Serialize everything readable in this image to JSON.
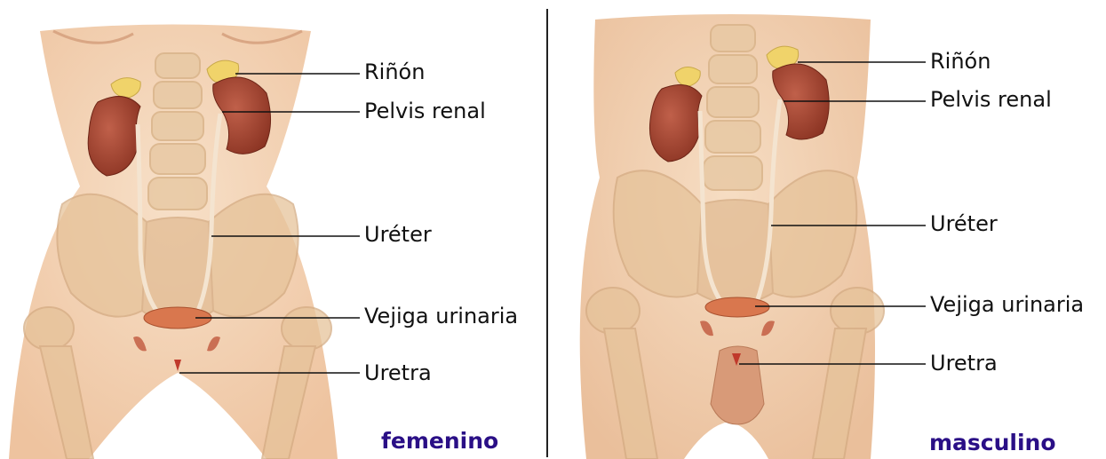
{
  "panels": {
    "female": {
      "caption": "femenino",
      "labels": {
        "kidney": "Riñón",
        "renal_pelvis": "Pelvis renal",
        "ureter": "Uréter",
        "bladder": "Vejiga urinaria",
        "urethra": "Uretra"
      }
    },
    "male": {
      "caption": "masculino",
      "labels": {
        "kidney": "Riñón",
        "renal_pelvis": "Pelvis renal",
        "ureter": "Uréter",
        "bladder": "Vejiga urinaria",
        "urethra": "Uretra"
      }
    }
  },
  "colors": {
    "skin": "#f3d3b4",
    "bone": "#e6c39a",
    "kidney": "#9e3f2c",
    "adrenal": "#f0d36a",
    "bladder": "#d9774e",
    "caption": "#2a0f86"
  }
}
